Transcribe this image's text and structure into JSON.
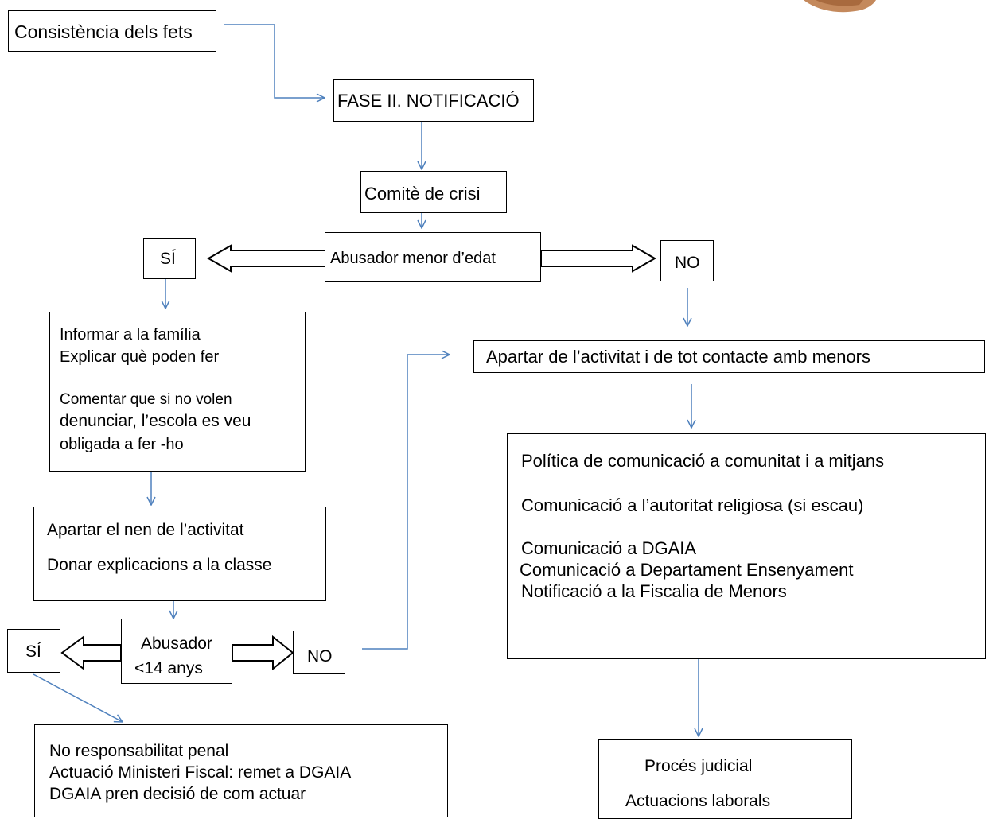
{
  "diagram": {
    "colors": {
      "connector": "#4f81bd",
      "border": "#000000",
      "text": "#000000"
    },
    "nodes": {
      "consistencia": "Consistència dels fets",
      "fase2": "FASE II. NOTIFICACIÓ",
      "comite": "Comitè de crisi",
      "abusador_menor": "Abusador menor d’edat",
      "si_1": "SÍ",
      "no_1": "NO",
      "informar": {
        "line1": "Informar a la família",
        "line2": "Explicar què poden fer",
        "line3": "Comentar que si no volen",
        "line4": "denunciar, l’escola es veu",
        "line5": "obligada a fer ‑ho"
      },
      "apartar_nen": {
        "line1": "Apartar el nen de l’activitat",
        "line2": "Donar explicacions a la classe"
      },
      "abusador_14": {
        "line1": "Abusador",
        "line2": "<14 anys"
      },
      "si_2": "SÍ",
      "no_2": "NO",
      "no_responsabilitat": {
        "line1": "No responsabilitat penal",
        "line2": "Actuació Ministeri Fiscal: remet  a DGAIA",
        "line3": "DGAIA pren decisió de com actuar"
      },
      "apartar_activitat": "Apartar de  l’activitat i de tot contacte amb menors",
      "politica": {
        "line1": "Política de comunicació a comunitat i a mitjans",
        "line2": "Comunicació a l’autoritat religiosa (si escau)",
        "line3": "Comunicació a DGAIA",
        "line4": "Comunicació a Departament Ensenyament",
        "line5": "Notificació a la Fiscalia de Menors"
      },
      "proces": {
        "line1": "Procés judicial",
        "line2": "Actuacions laborals"
      }
    }
  }
}
